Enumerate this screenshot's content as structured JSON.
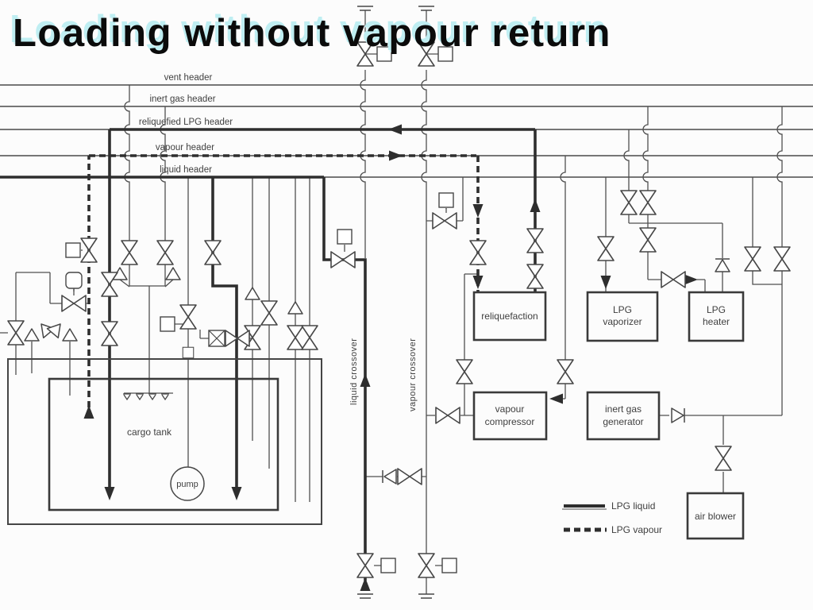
{
  "title": "Loading without vapour return",
  "colors": {
    "background": "#fcfcfc",
    "title_text": "#0b0b0b",
    "title_shadow": "#bfeef2",
    "thin_line": "#4a4a4a",
    "thick_line": "#2e2e2e",
    "label_text": "#3f3f3f"
  },
  "headers": {
    "vent": "vent header",
    "inert": "inert gas header",
    "reliquefied": "reliquefied LPG header",
    "vapour": "vapour header",
    "liquid": "liquid header"
  },
  "crossovers": {
    "liquid": "liquid crossover",
    "vapour": "vapour crossover"
  },
  "equipment": {
    "cargo_tank": "cargo tank",
    "pump": "pump",
    "reliquefaction": "reliquefaction",
    "lpg_vaporizer_line1": "LPG",
    "lpg_vaporizer_line2": "vaporizer",
    "lpg_heater_line1": "LPG",
    "lpg_heater_line2": "heater",
    "vapour_compressor_line1": "vapour",
    "vapour_compressor_line2": "compressor",
    "inert_gas_generator_line1": "inert gas",
    "inert_gas_generator_line2": "generator",
    "air_blower": "air blower"
  },
  "legend": {
    "liquid": "LPG liquid",
    "vapour": "LPG vapour"
  }
}
